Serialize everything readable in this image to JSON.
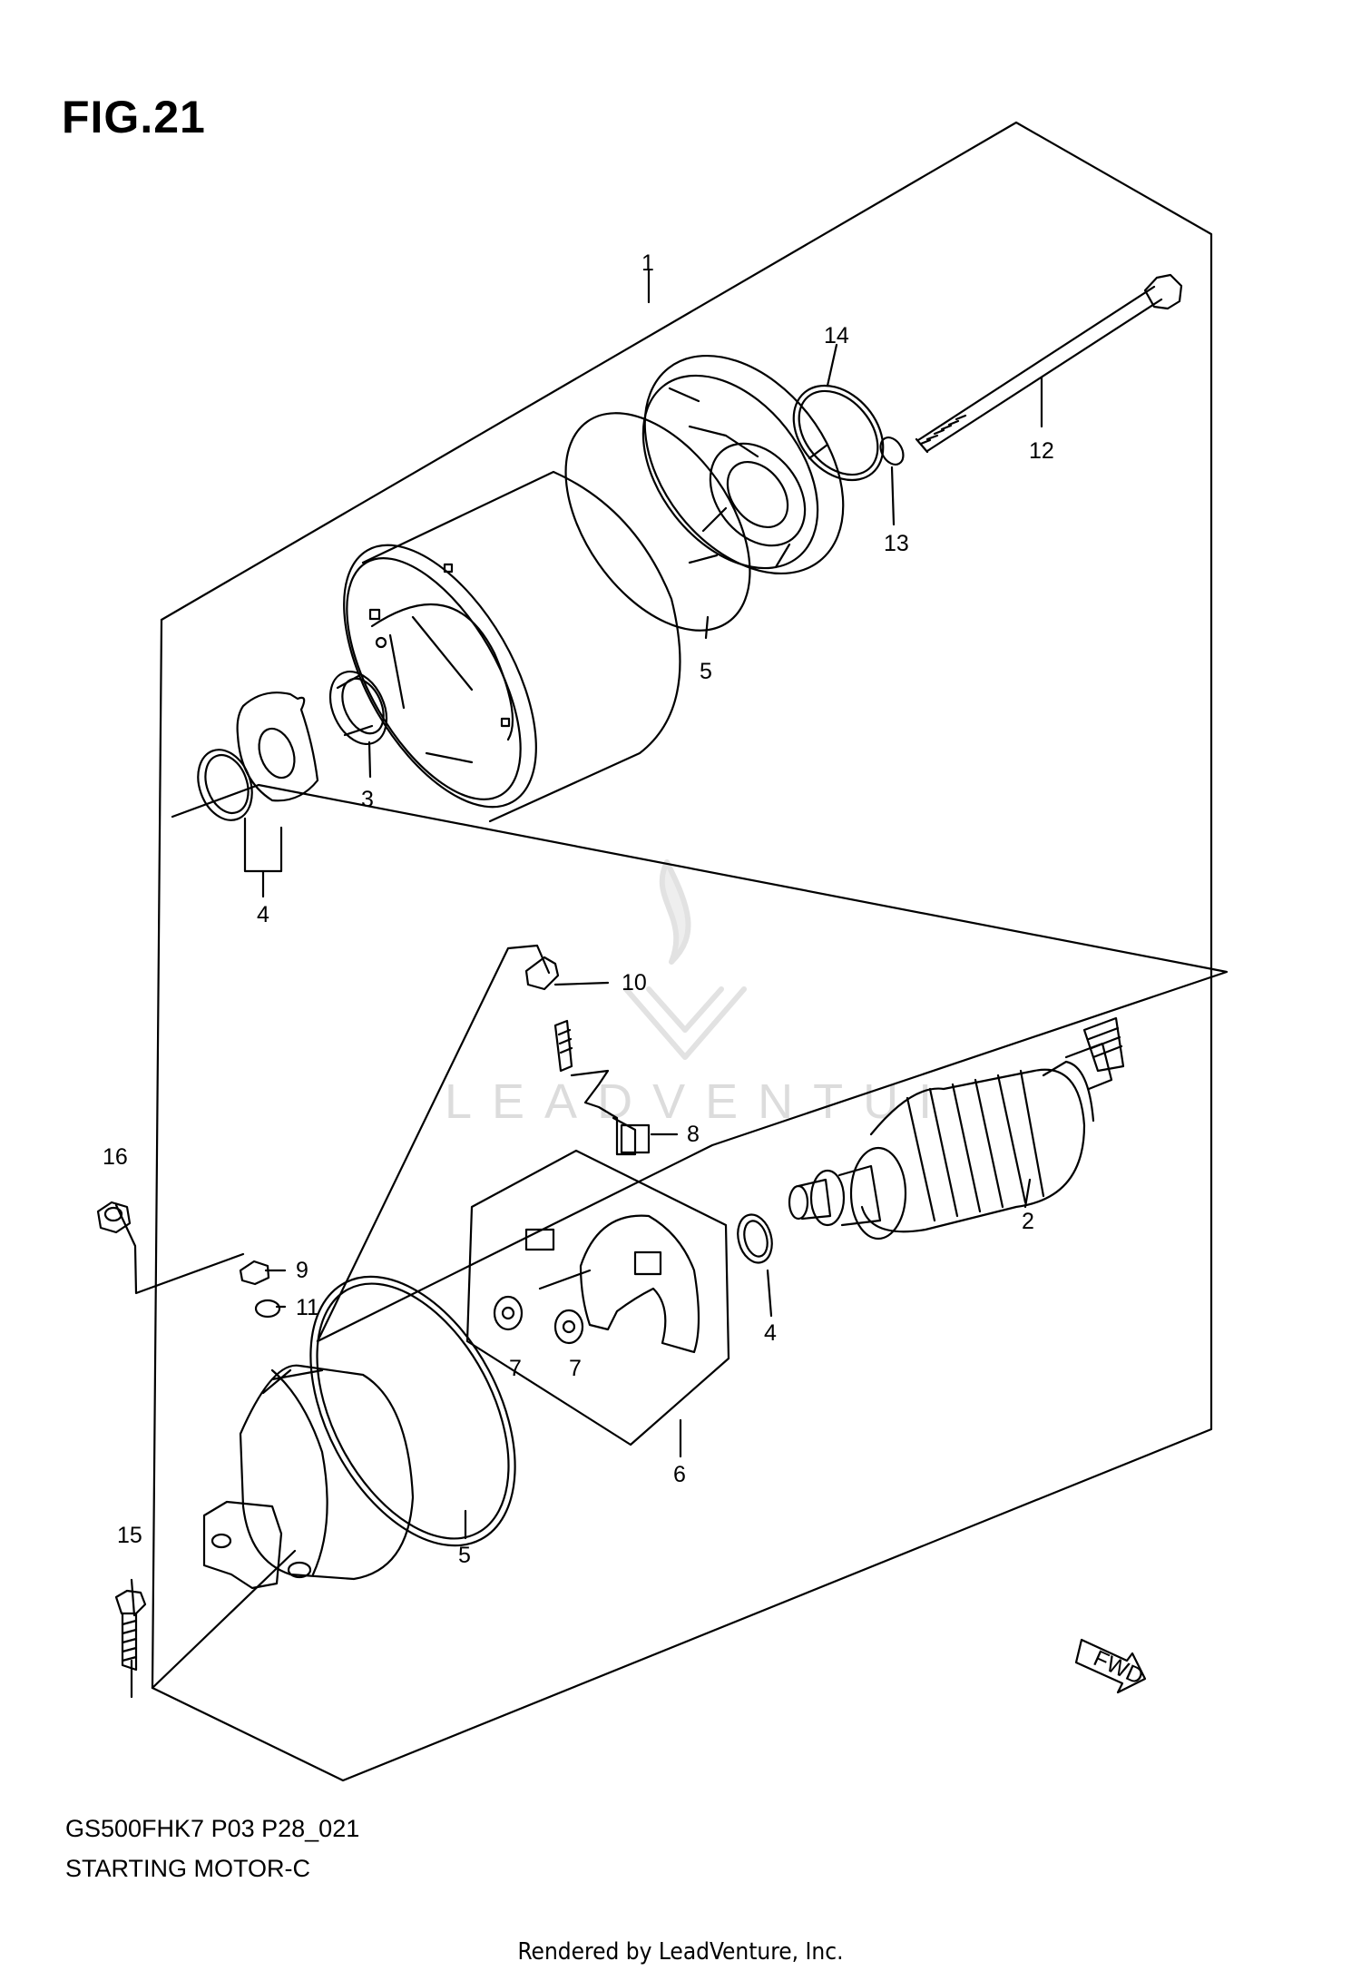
{
  "figure": {
    "title": "FIG.21",
    "model_code": "GS500FHK7 P03 P28_021",
    "name": "STARTING MOTOR-C"
  },
  "watermark": {
    "text": "LEADVENTUI"
  },
  "credit": "Rendered by LeadVenture, Inc.",
  "callouts": [
    {
      "id": "c1",
      "num": "1"
    },
    {
      "id": "c14",
      "num": "14"
    },
    {
      "id": "c12",
      "num": "12"
    },
    {
      "id": "c13",
      "num": "13"
    },
    {
      "id": "c5a",
      "num": "5"
    },
    {
      "id": "c3",
      "num": "3"
    },
    {
      "id": "c4a",
      "num": "4"
    },
    {
      "id": "c10",
      "num": "10"
    },
    {
      "id": "c8",
      "num": "8"
    },
    {
      "id": "c16",
      "num": "16"
    },
    {
      "id": "c9",
      "num": "9"
    },
    {
      "id": "c11",
      "num": "11"
    },
    {
      "id": "c2",
      "num": "2"
    },
    {
      "id": "c4b",
      "num": "4"
    },
    {
      "id": "c7a",
      "num": "7"
    },
    {
      "id": "c7b",
      "num": "7"
    },
    {
      "id": "c6",
      "num": "6"
    },
    {
      "id": "c5b",
      "num": "5"
    },
    {
      "id": "c15",
      "num": "15"
    }
  ],
  "fwd_label": "FWD"
}
